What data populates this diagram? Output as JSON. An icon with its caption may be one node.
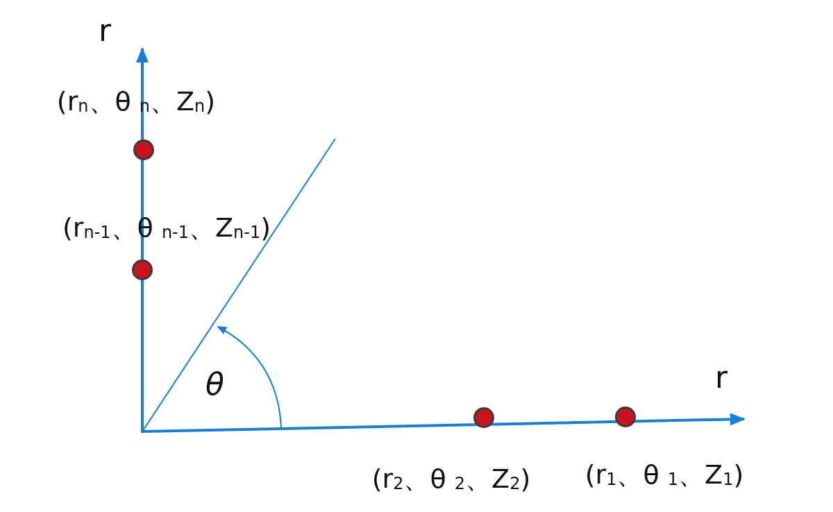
{
  "diagram": {
    "nodes": [
      {
        "text": [],
        "shape": "circle",
        "beside": [
          "(r$_{n}$、θ $_{n}$、Z$_{n}$)"
        ]
      },
      {
        "text": [],
        "shape": "circle",
        "beside": [
          "(r$_{n-1}$、θ $_{n-1}$、Z$_{n-1}$)"
        ]
      },
      {
        "text": [],
        "shape": "circle",
        "beside": [
          "(r$_{2}$、θ $_{2}$、Z$_{2}$)"
        ]
      },
      {
        "text": [],
        "shape": "circle",
        "beside": [
          "(r$_{1}$、θ $_{1}$、Z$_{1}$)"
        ]
      }
    ],
    "edges": [],
    "labels": [
      "r",
      "θ",
      "r"
    ]
  }
}
